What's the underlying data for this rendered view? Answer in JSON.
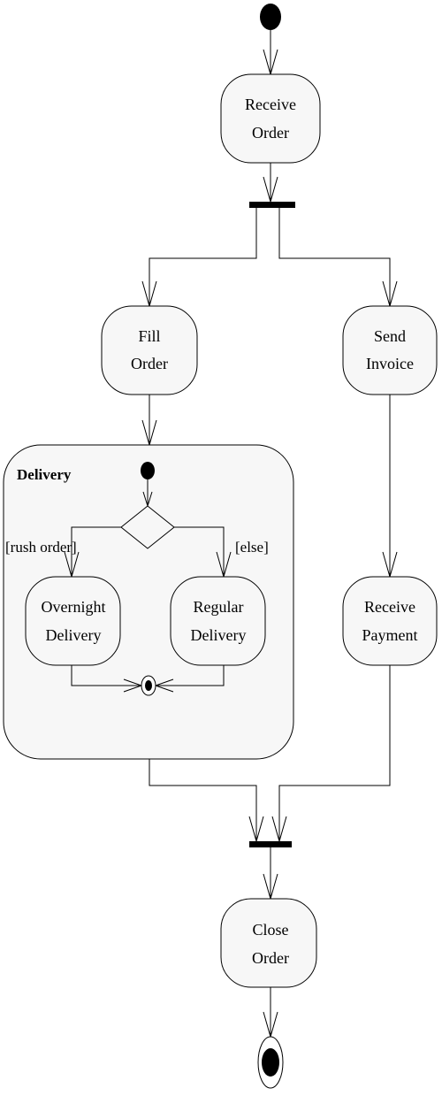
{
  "activities": {
    "receive_order": {
      "line1": "Receive",
      "line2": "Order"
    },
    "fill_order": {
      "line1": "Fill",
      "line2": "Order"
    },
    "send_invoice": {
      "line1": "Send",
      "line2": "Invoice"
    },
    "overnight_delivery": {
      "line1": "Overnight",
      "line2": "Delivery"
    },
    "regular_delivery": {
      "line1": "Regular",
      "line2": "Delivery"
    },
    "receive_payment": {
      "line1": "Receive",
      "line2": "Payment"
    },
    "close_order": {
      "line1": "Close",
      "line2": "Order"
    }
  },
  "region": {
    "title": "Delivery"
  },
  "guards": {
    "rush": "[rush order]",
    "else": "[else]"
  }
}
